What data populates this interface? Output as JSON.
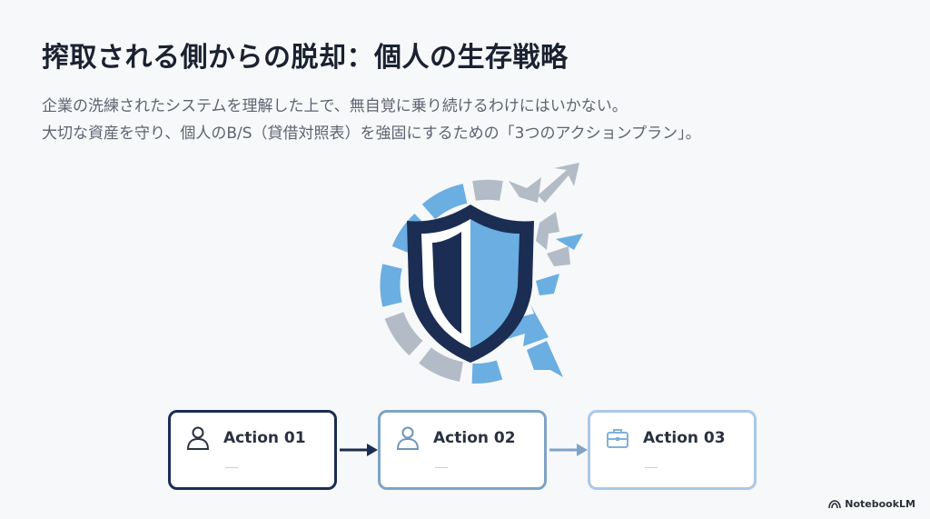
{
  "title": "搾取される側からの脱却：個人の生存戦略",
  "subtitle_lines": [
    "企業の洗練されたシステムを理解した上で、無自覚に乗り続けるわけにはいかない。",
    "大切な資産を守り、個人のB/S（貸借対照表）を強固にするための「3つのアクションプラン」。"
  ],
  "graphic": {
    "icon": "shield-icon",
    "ring_icon": "cycle-ring-icon",
    "arrows_icon": "outward-arrows-icon"
  },
  "actions": [
    {
      "label": "Action 01",
      "icon": "person-icon",
      "color": "#1b2d52"
    },
    {
      "label": "Action 02",
      "icon": "person-icon",
      "color": "#7fa3c6"
    },
    {
      "label": "Action 03",
      "icon": "briefcase-icon",
      "color": "#a9c8e6"
    }
  ],
  "brand": {
    "name": "NotebookLM",
    "icon": "notebooklm-logo-icon"
  },
  "colors": {
    "navy": "#1b2d52",
    "mid_blue": "#7fa3c6",
    "light_blue": "#a9c8e6",
    "sky": "#6aaee2",
    "gray": "#b3bcc6"
  }
}
